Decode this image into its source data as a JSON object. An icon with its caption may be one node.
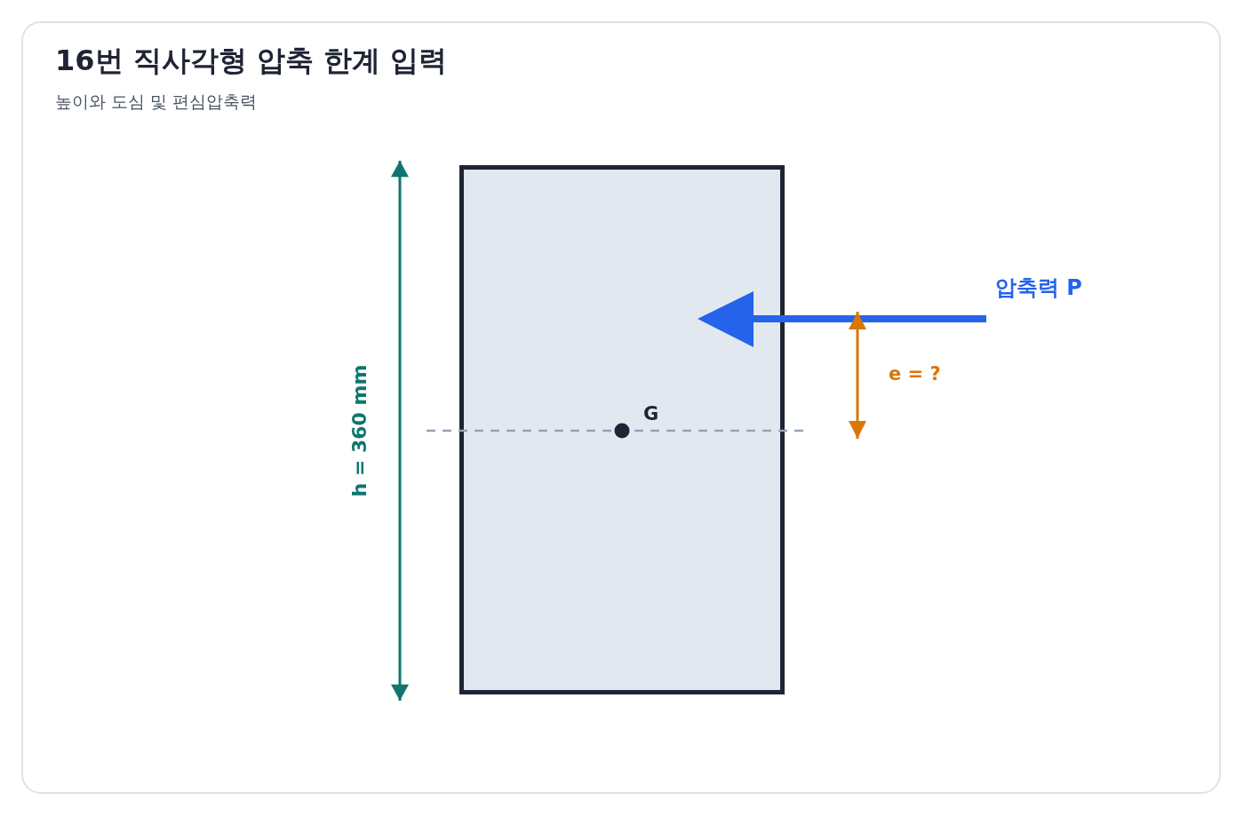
{
  "diagram": {
    "title": "16번 직사각형 압축 한계 입력",
    "nodes": [
      {
        "text": [],
        "shape": "box"
      }
    ],
    "labels": [
      "높이와 도심 및 편심압축력",
      "h = 360 mm",
      "압축력 P",
      "e = ?",
      "G"
    ]
  }
}
